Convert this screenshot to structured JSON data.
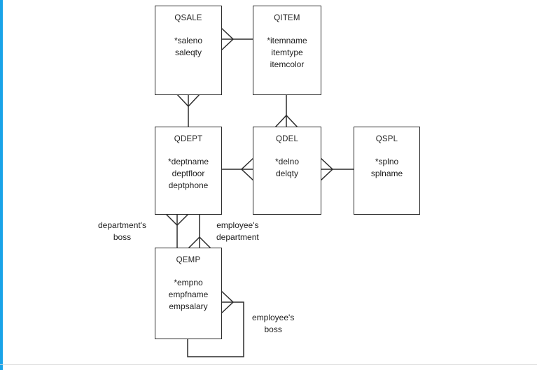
{
  "entities": {
    "qsale": {
      "name": "QSALE",
      "attributes": [
        "*saleno",
        "saleqty"
      ]
    },
    "qitem": {
      "name": "QITEM",
      "attributes": [
        "*itemname",
        "itemtype",
        "itemcolor"
      ]
    },
    "qdept": {
      "name": "QDEPT",
      "attributes": [
        "*deptname",
        "deptfloor",
        "deptphone"
      ]
    },
    "qdel": {
      "name": "QDEL",
      "attributes": [
        "*delno",
        "delqty"
      ]
    },
    "qspl": {
      "name": "QSPL",
      "attributes": [
        "*splno",
        "splname"
      ]
    },
    "qemp": {
      "name": "QEMP",
      "attributes": [
        "*empno",
        "empfname",
        "empsalary"
      ]
    }
  },
  "relationship_labels": {
    "departments_boss": [
      "department's",
      "boss"
    ],
    "employees_department": [
      "employee's",
      "department"
    ],
    "employees_boss": [
      "employee's",
      "boss"
    ]
  },
  "colors": {
    "accent": "#1aa3e8",
    "line": "#2b2b2b",
    "text": "#1e1e1e"
  }
}
